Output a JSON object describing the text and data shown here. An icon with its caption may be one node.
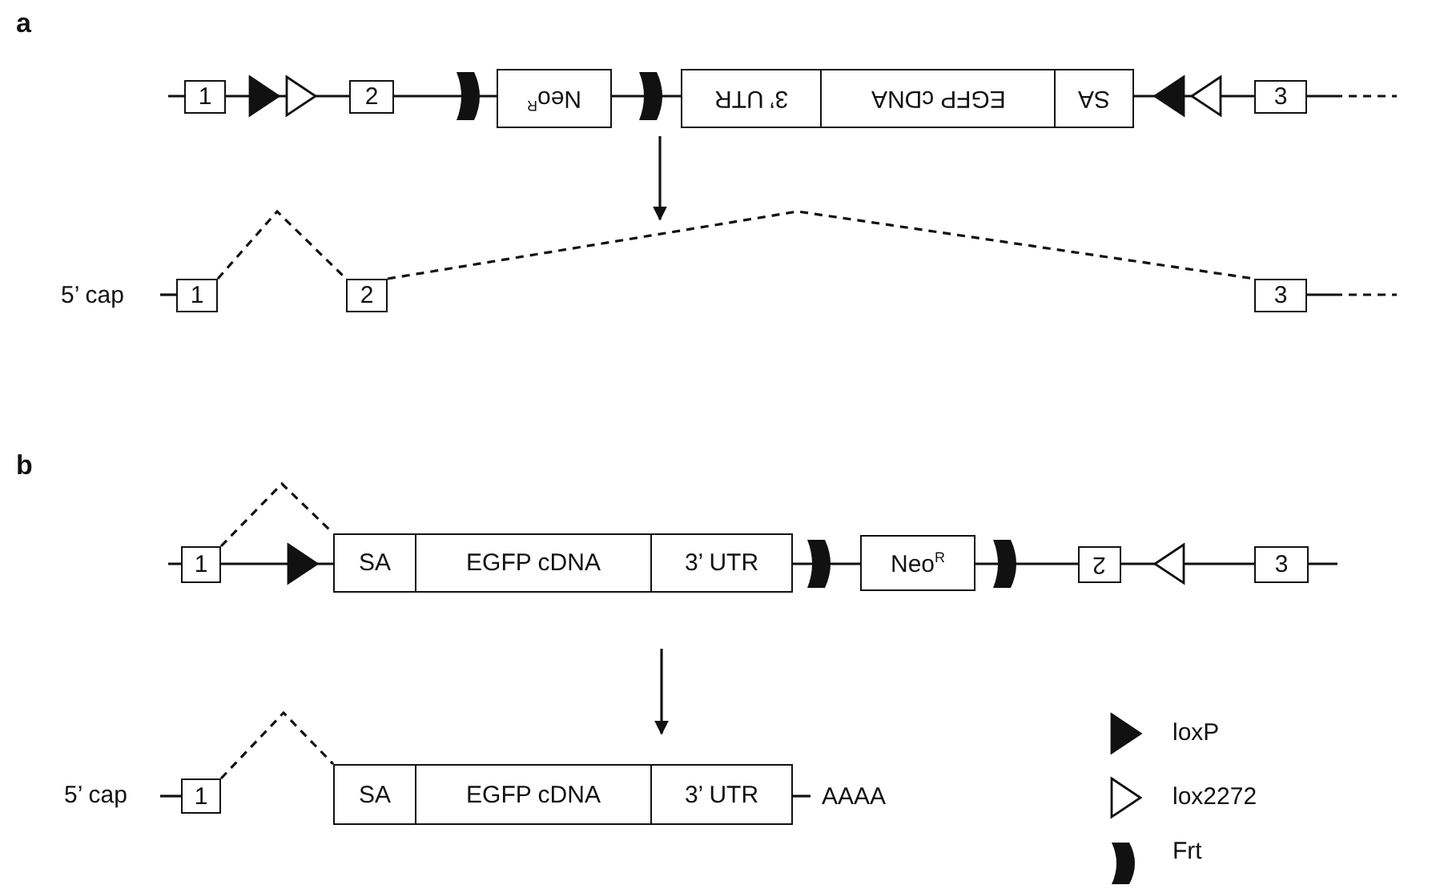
{
  "diagram": {
    "nodes": [
      {
        "text": [
          "1"
        ]
      },
      {
        "text": [
          "2"
        ]
      },
      {
        "text": [
          "Neo$^{R}$"
        ]
      },
      {
        "text": [
          "3’ UTR"
        ]
      },
      {
        "text": [
          "EGFP cDNA"
        ]
      },
      {
        "text": [
          "SA"
        ]
      },
      {
        "text": [
          "3"
        ]
      },
      {
        "text": [
          "1"
        ]
      },
      {
        "text": [
          "2"
        ]
      },
      {
        "text": [
          "3"
        ]
      },
      {
        "text": [
          "1"
        ]
      },
      {
        "text": [
          "SA"
        ]
      },
      {
        "text": [
          "EGFP cDNA"
        ]
      },
      {
        "text": [
          "3’ UTR"
        ]
      },
      {
        "text": [
          "Neo$^{R}$"
        ]
      },
      {
        "text": [
          "2"
        ]
      },
      {
        "text": [
          "3"
        ]
      },
      {
        "text": [
          "1"
        ]
      },
      {
        "text": [
          "SA"
        ]
      },
      {
        "text": [
          "EGFP cDNA"
        ]
      },
      {
        "text": [
          "3’ UTR"
        ]
      }
    ],
    "edges": [
      {
        "from": 7,
        "to": 8,
        "arrow": "none",
        "style": "dashed"
      },
      {
        "from": 8,
        "to": 9,
        "arrow": "none",
        "style": "dashed"
      },
      {
        "from": 10,
        "to": 11,
        "arrow": "none",
        "style": "dashed"
      },
      {
        "from": 17,
        "to": 18,
        "arrow": "none",
        "style": "dashed"
      }
    ],
    "labels": [
      "a",
      "5’ cap",
      "b",
      "5’ cap",
      "AAAA"
    ],
    "legend": [
      {
        "text": "loxP"
      },
      {
        "text": "lox2272"
      },
      {
        "text": "Frt"
      }
    ]
  }
}
